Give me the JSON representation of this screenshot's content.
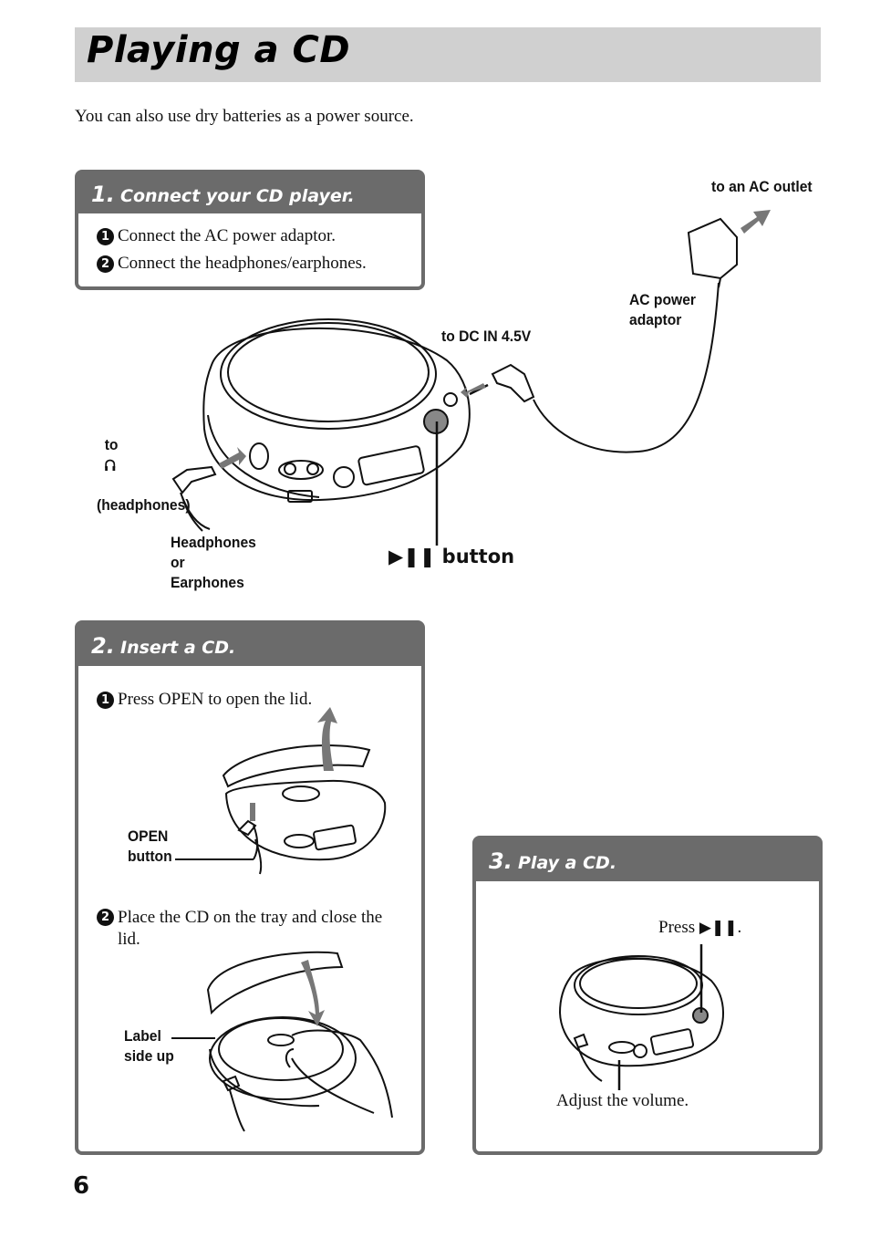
{
  "page": {
    "title": "Playing a CD",
    "intro": "You can also use dry batteries as a power source.",
    "page_number": "6"
  },
  "section1": {
    "number": "1.",
    "title": "Connect your CD player.",
    "steps": [
      {
        "marker": "1",
        "text": "Connect the AC power adaptor."
      },
      {
        "marker": "2",
        "text": "Connect the headphones/earphones."
      }
    ],
    "labels": {
      "ac_outlet": "to an AC outlet",
      "ac_adaptor": "AC power\nadaptor",
      "dc_in": "to DC IN 4.5V",
      "headphones_jack_prefix": "to",
      "headphones_jack": "(headphones)",
      "headphones": "Headphones\nor\nEarphones",
      "play_button": "button"
    }
  },
  "section2": {
    "number": "2.",
    "title": "Insert a CD.",
    "steps": [
      {
        "marker": "1",
        "text": "Press OPEN to open the lid."
      },
      {
        "marker": "2",
        "text": "Place the CD on the tray and close the lid."
      }
    ],
    "labels": {
      "open_button": "OPEN\nbutton",
      "label_side": "Label\nside up"
    }
  },
  "section3": {
    "number": "3.",
    "title": "Play a CD.",
    "press": "Press",
    "press_suffix": ".",
    "adjust": "Adjust the volume."
  },
  "icons": [
    "play-pause-icon",
    "headphones-icon",
    "arrow-icon"
  ],
  "colors": {
    "header_gray": "#6b6b6b",
    "title_bar": "#d0d0d0"
  }
}
